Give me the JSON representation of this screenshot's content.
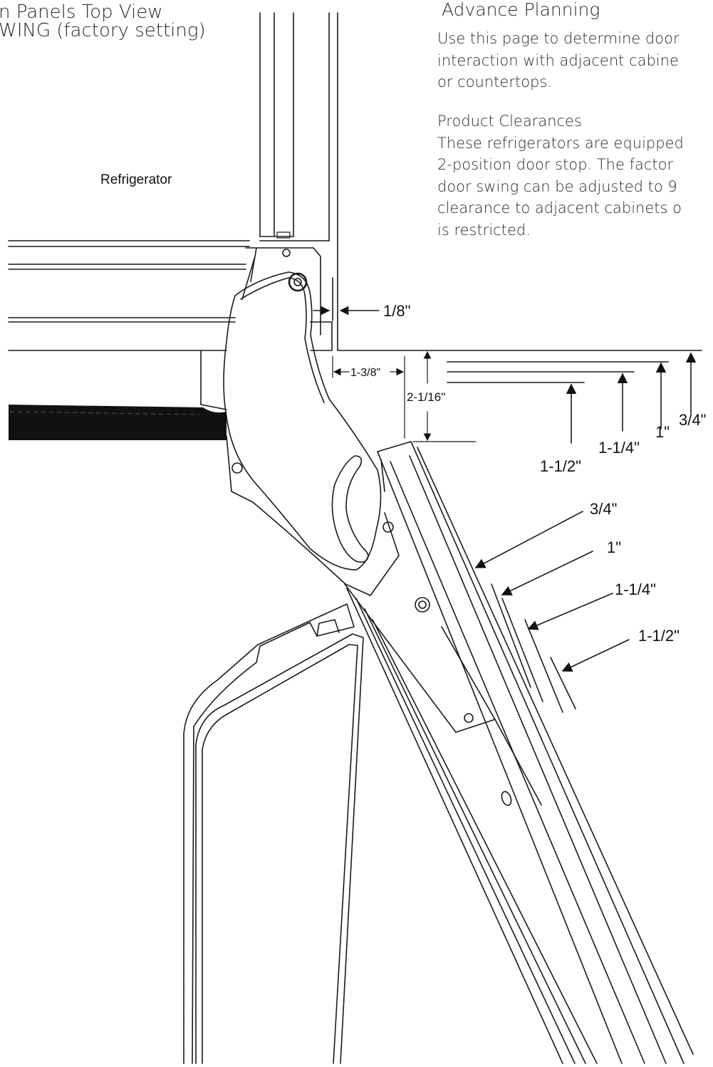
{
  "page": {
    "title_line1": "n Panels Top View",
    "title_line2": "WING (factory setting)"
  },
  "planning": {
    "heading": "Advance Planning",
    "lines": [
      "Use this page to determine door",
      "interaction with adjacent cabine",
      "or countertops."
    ]
  },
  "clearances": {
    "heading": "Product Clearances",
    "lines": [
      "These refrigerators are equipped",
      "2-position door stop. The factor",
      "door swing can be adjusted to 9",
      "clearance to adjacent cabinets o",
      "is restricted."
    ]
  },
  "diagram": {
    "fridge_label": "Refrigerator",
    "gap_dim": "1/8\"",
    "offset_dim": "1-3/8\"",
    "depth_dim": "2-1/16\"",
    "panel_thickness_top": [
      "3/4\"",
      "1\"",
      "1-1/4\"",
      "1-1/2\""
    ],
    "panel_thickness_side": [
      "3/4\"",
      "1\"",
      "1-1/4\"",
      "1-1/2\""
    ]
  },
  "colors": {
    "line": "#1a1a1a",
    "fill_dark": "#111111"
  }
}
